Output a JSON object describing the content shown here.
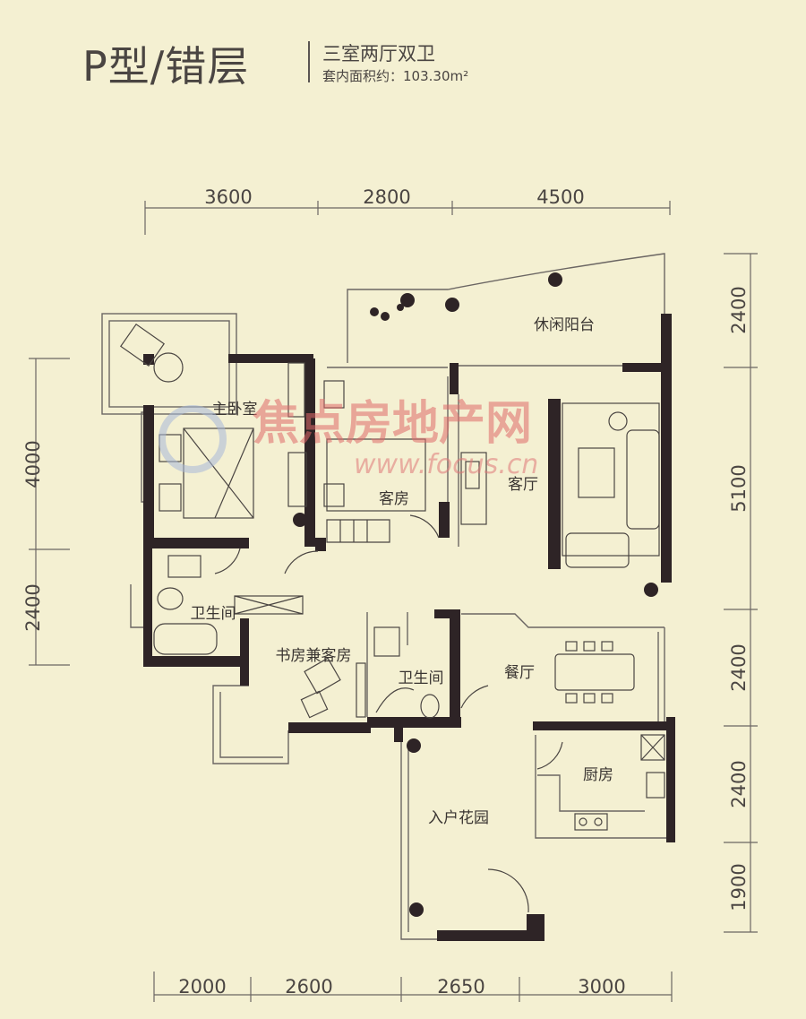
{
  "header": {
    "title": "P型/错层",
    "subtitle": "三室两厅双卫",
    "area_label": "套内面积约：",
    "area_value": "103.30m²"
  },
  "dimensions": {
    "top": [
      "3600",
      "2800",
      "4500"
    ],
    "bottom": [
      "2000",
      "2600",
      "2650",
      "3000"
    ],
    "left": [
      "4000",
      "2400"
    ],
    "right": [
      "2400",
      "5100",
      "2400",
      "2400",
      "1900"
    ]
  },
  "rooms": {
    "master_bedroom": "主卧室",
    "leisure_balcony": "休闲阳台",
    "guest_room": "客房",
    "living_room": "客厅",
    "bathroom_1": "卫生间",
    "study_guest": "书房兼客房",
    "bathroom_2": "卫生间",
    "dining_room": "餐厅",
    "kitchen": "厨房",
    "entry_garden": "入户花园"
  },
  "watermark": {
    "text": "焦点房地产网",
    "url": "www.focus.cn"
  },
  "colors": {
    "background": "#f4f0d2",
    "wall": "#2e2426",
    "line": "#6b6663",
    "text": "#3a3532"
  }
}
